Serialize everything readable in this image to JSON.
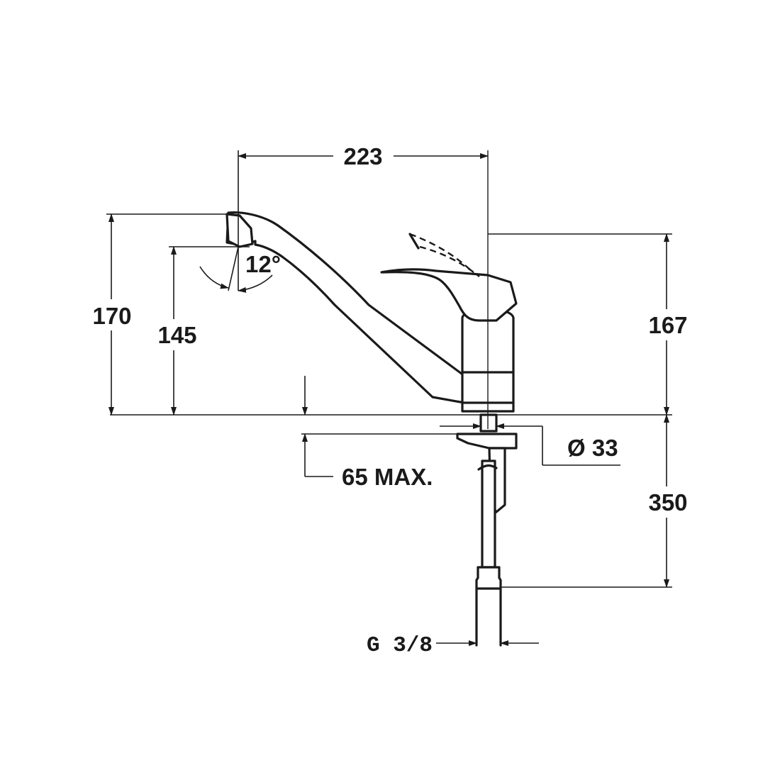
{
  "drawing": {
    "dimensions": {
      "spout_reach": "223",
      "total_height": "170",
      "spout_height": "145",
      "lever_height": "167",
      "swivel_angle": "12°",
      "base_diameter": "Ø 33",
      "max_mounting_thickness": "65 MAX.",
      "hose_length": "350",
      "connection_thread": "G 3/8"
    },
    "line_color": "#1a1a1a",
    "background_color": "#ffffff"
  }
}
